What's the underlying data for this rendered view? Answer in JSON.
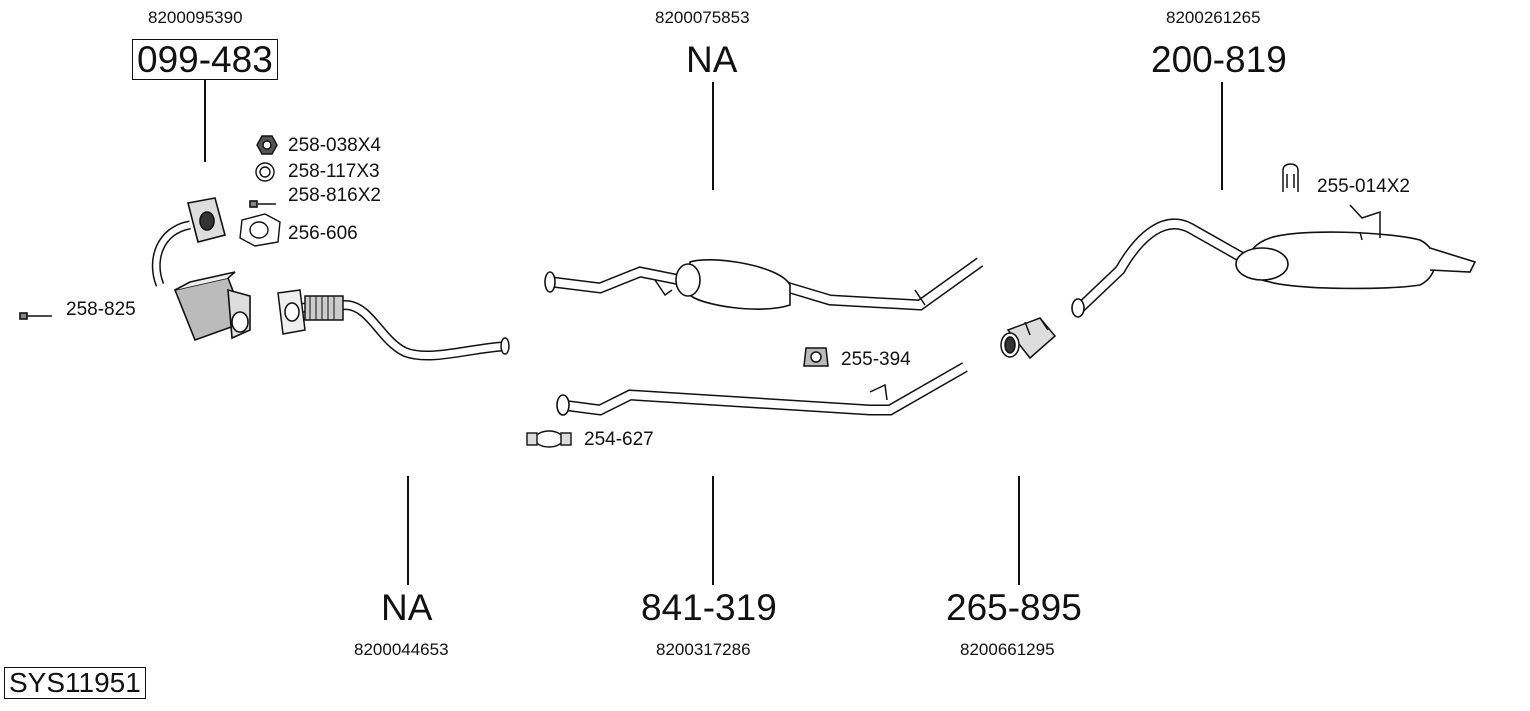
{
  "system_id": "SYS11951",
  "callouts": {
    "top_left": {
      "oem": "8200095390",
      "part": "099-483"
    },
    "top_center": {
      "oem": "8200075853",
      "part": "NA"
    },
    "top_right": {
      "oem": "8200261265",
      "part": "200-819"
    },
    "bottom_left": {
      "oem": "8200044653",
      "part": "NA"
    },
    "bottom_center": {
      "oem": "8200317286",
      "part": "841-319"
    },
    "bottom_right": {
      "oem": "8200661295",
      "part": "265-895"
    }
  },
  "small_parts": {
    "nut": "258-038X4",
    "ring": "258-117X3",
    "stud": "258-816X2",
    "gasket": "256-606",
    "bolt": "258-825",
    "hanger_rear": "255-014X2",
    "hanger_mid": "255-394",
    "clamp": "254-627"
  }
}
